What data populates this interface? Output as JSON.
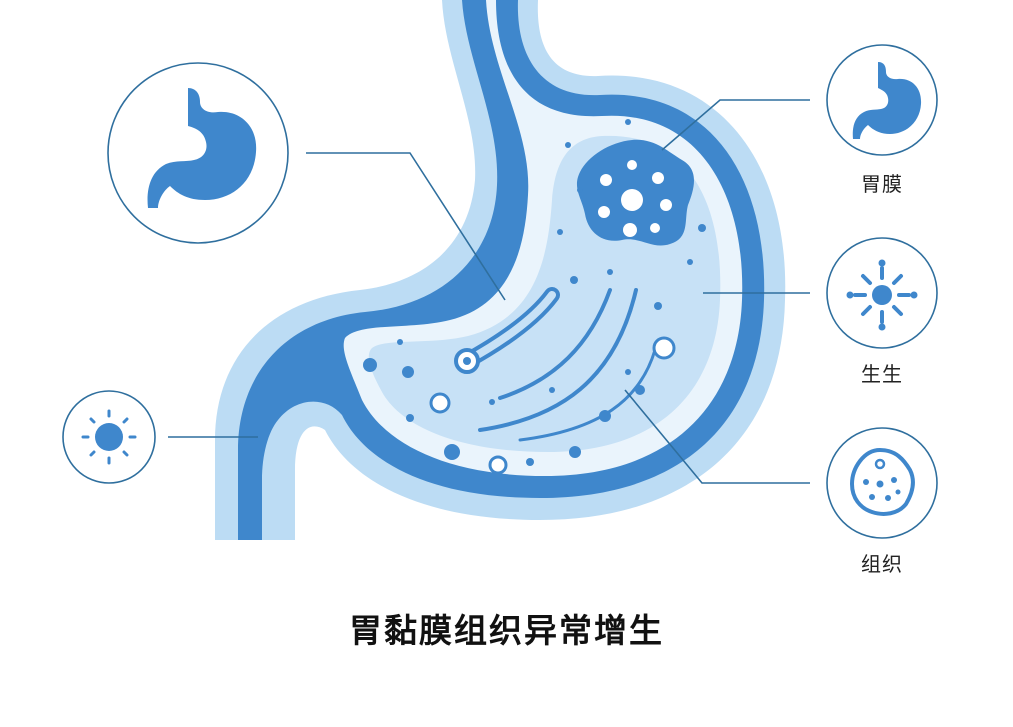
{
  "labels": {
    "gastric_membrane": "胃膜",
    "growth": "生生",
    "tissue": "组织"
  },
  "title": "胃黏膜组织异常增生",
  "colors": {
    "primary_blue": "#3f87cc",
    "light_blue": "#bedcf5",
    "pale_blue": "#d9ebfa",
    "line": "#2f6f9e"
  },
  "icons": {
    "top_left": "stomach-icon",
    "left": "sun-cell-icon",
    "right_top": "stomach-icon",
    "right_middle": "cell-burst-icon",
    "right_bottom": "abnormal-cell-icon"
  }
}
